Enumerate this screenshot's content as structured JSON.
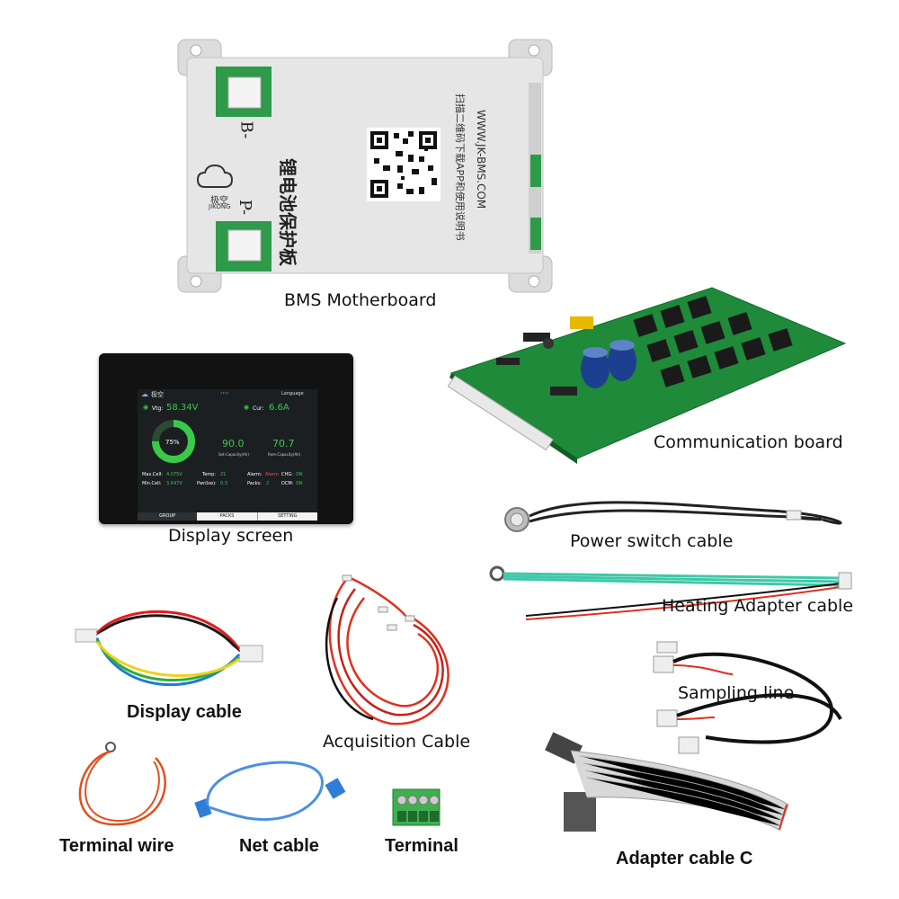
{
  "colors": {
    "board_green": "#1f8a3a",
    "plate_silver": "#e6e6e6",
    "screen_bg": "#111111",
    "ring_green": "#3ac948",
    "wire_red": "#e0301e",
    "wire_blue": "#3a7fd5",
    "teal_wire": "#3fc8a8"
  },
  "labels": {
    "bms_motherboard": "BMS Motherboard",
    "communication_board": "Communication board",
    "display_screen": "Display screen",
    "power_switch_cable": "Power switch cable",
    "heating_adapter_cable": "Heating Adapter cable",
    "display_cable": "Display cable",
    "acquisition_cable": "Acquisition Cable",
    "sampling_line": "Sampling line",
    "terminal_wire": "Terminal wire",
    "net_cable": "Net cable",
    "terminal": "Terminal",
    "adapter_cable_c": "Adapter cable C"
  },
  "plate": {
    "b_minus": "B-",
    "p_minus": "P-",
    "brand_cn": "极空",
    "brand_en": "JIKONG",
    "title_cn": "锂电池保护板",
    "scan_text": "扫描二维码下载APP和使用说明书",
    "url": "WWW.JK-BMS.COM"
  },
  "screen": {
    "brand": "极空",
    "language": "Language",
    "vtg_label": "Vtg:",
    "vtg_value": "58.34V",
    "cur_label": "Cur:",
    "cur_value": "6.6A",
    "soc": "75%",
    "soc_fraction": 0.75,
    "cap1_value": "90.0",
    "cap1_label": "Set-Capacity(Ah)",
    "cap2_value": "70.7",
    "cap2_label": "Rem-Capacity(Ah)",
    "max_cell_label": "Max.Cell:",
    "max_cell_value": "4.075V",
    "min_cell_label": "Min.Cell:",
    "min_cell_value": "3.647V",
    "temp_label": "Temp:",
    "temp_value": "21",
    "pwr_label": "Pwr(kw):",
    "pwr_value": "0.3",
    "alarm_label": "Alarm:",
    "alarm_value": "Alarm",
    "packs_label": "Packs:",
    "packs_value": "2",
    "chg_label": "CHG:",
    "chg_value": "ON",
    "dcm_label": "DCM:",
    "dcm_value": "ON",
    "tabs": [
      "GROUP",
      "PACKS",
      "SETTING"
    ]
  }
}
